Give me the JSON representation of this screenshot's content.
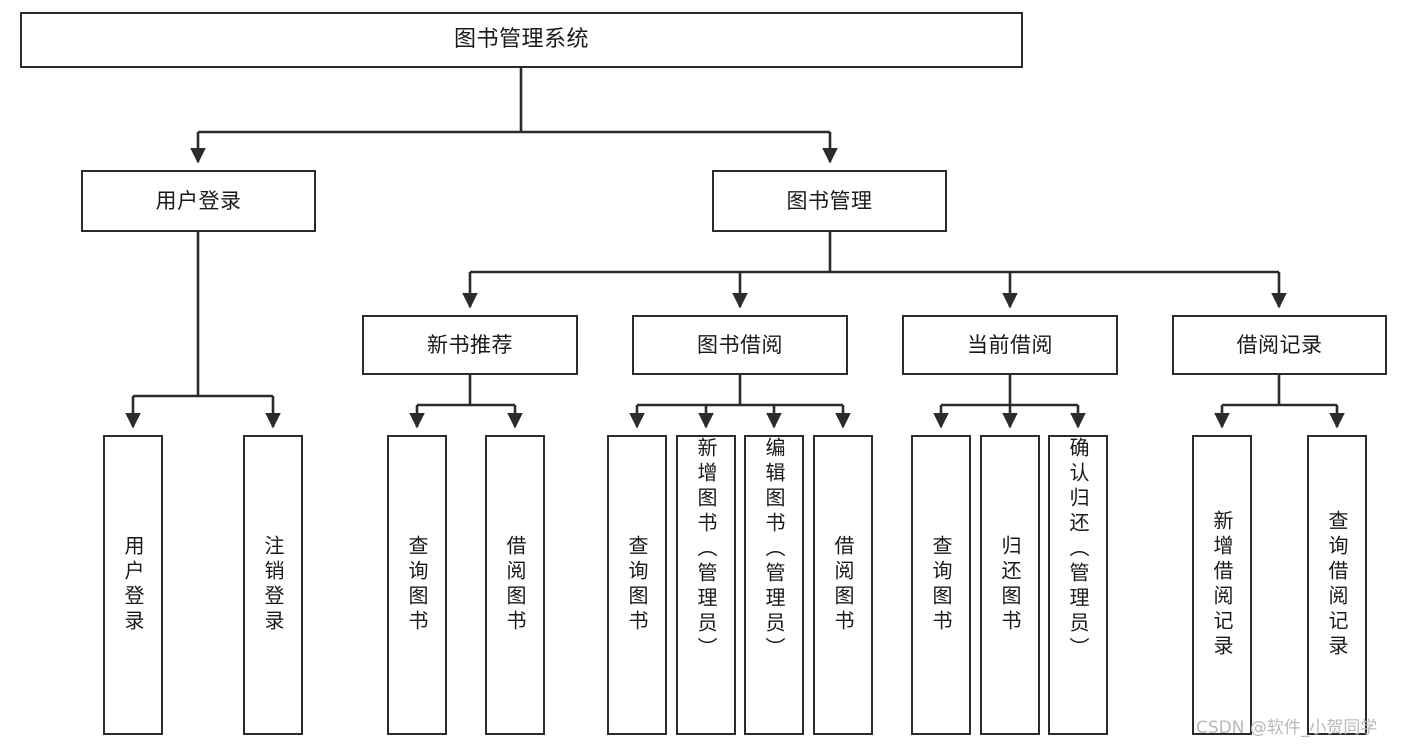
{
  "diagram": {
    "type": "tree",
    "title": "图书管理系统",
    "watermark": "CSDN @软件_小贺同学",
    "colors": {
      "stroke": "#2b2b2b",
      "fill": "#ffffff",
      "text": "#1a1a1a",
      "watermark": "#b9b9b9"
    },
    "nodes": {
      "root": {
        "label": "图书管理系统"
      },
      "level2": [
        {
          "label": "用户登录"
        },
        {
          "label": "图书管理"
        }
      ],
      "level3": [
        {
          "label": "新书推荐"
        },
        {
          "label": "图书借阅"
        },
        {
          "label": "当前借阅"
        },
        {
          "label": "借阅记录"
        }
      ],
      "leaves": {
        "user_login": [
          {
            "label": "用户登录"
          },
          {
            "label": "注销登录"
          }
        ],
        "new_book_recommend": [
          {
            "label": "查询图书"
          },
          {
            "label": "借阅图书"
          }
        ],
        "book_borrow": [
          {
            "label": "查询图书"
          },
          {
            "label": "新增图书（管理员）"
          },
          {
            "label": "编辑图书（管理员）"
          },
          {
            "label": "借阅图书"
          }
        ],
        "current_borrow": [
          {
            "label": "查询图书"
          },
          {
            "label": "归还图书"
          },
          {
            "label": "确认归还（管理员）"
          }
        ],
        "borrow_record": [
          {
            "label": "新增借阅记录"
          },
          {
            "label": "查询借阅记录"
          }
        ]
      }
    }
  }
}
